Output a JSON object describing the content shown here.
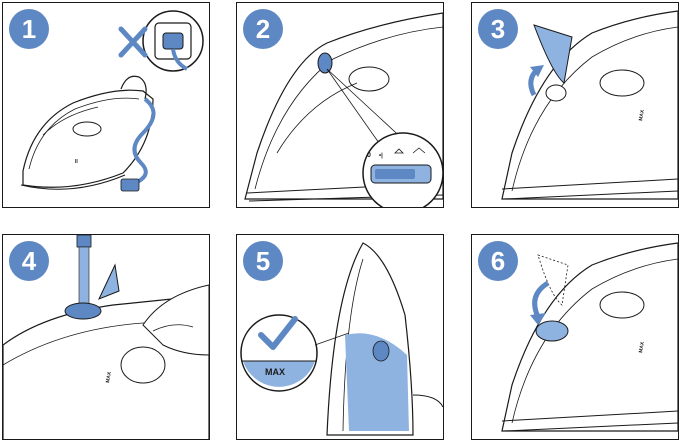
{
  "steps": [
    {
      "number": "1"
    },
    {
      "number": "2"
    },
    {
      "number": "3"
    },
    {
      "number": "4"
    },
    {
      "number": "5"
    },
    {
      "number": "6"
    }
  ],
  "panel2": {
    "setting_zero": "0",
    "setting_marks": "•|"
  },
  "panel3": {
    "max_label": "MAX"
  },
  "panel4": {
    "max_label": "MAX"
  },
  "panel5": {
    "max_label": "MAX"
  },
  "panel6": {
    "max_label": "MAX"
  },
  "colors": {
    "accent": "#5e88c4",
    "water": "#8fb3e0",
    "outline": "#1a1a1a"
  }
}
